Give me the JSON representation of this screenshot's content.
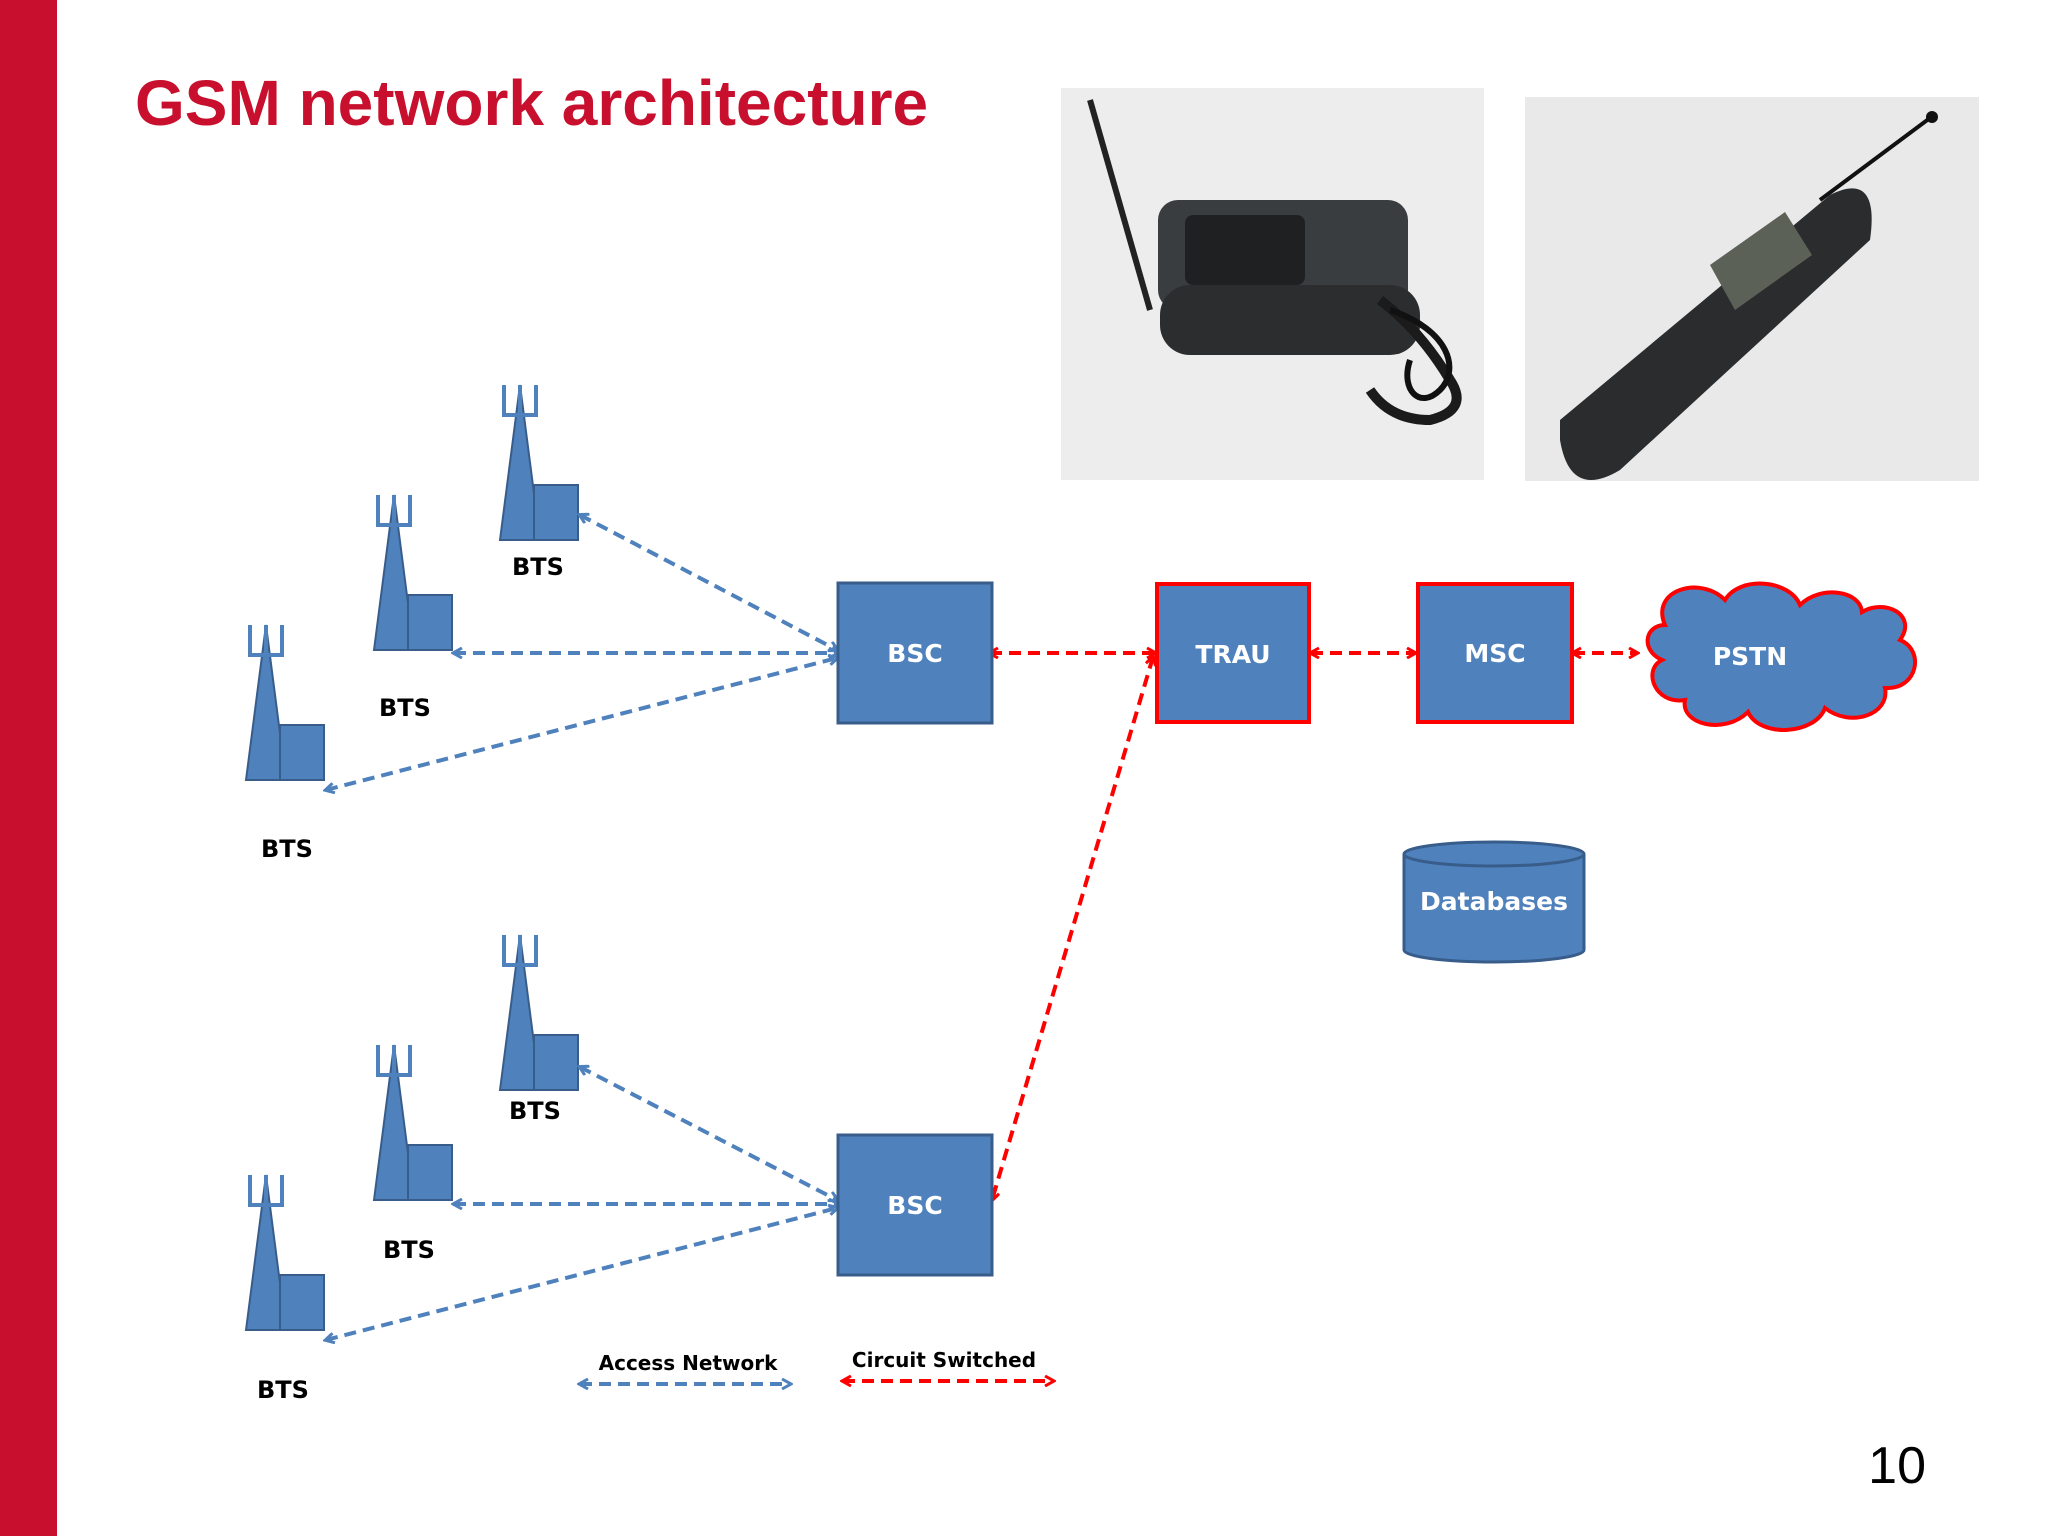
{
  "slide": {
    "title": "GSM network architecture",
    "page_number": "10"
  },
  "diagram": {
    "bts_label": "BTS",
    "bsc_label": "BSC",
    "trau_label": "TRAU",
    "msc_label": "MSC",
    "pstn_label": "PSTN",
    "databases_label": "Databases",
    "legend": {
      "access_network": "Access Network",
      "circuit_switched": "Circuit Switched"
    }
  },
  "colors": {
    "brand_red": "#c8102e",
    "node_blue": "#4f81bd",
    "node_border": "#385d8a",
    "access_line": "#4f81bd",
    "circuit_line": "#ff0000"
  },
  "photos": [
    {
      "icon": "desk-car-phone-photo"
    },
    {
      "icon": "handheld-gsm-phone-photo"
    }
  ]
}
